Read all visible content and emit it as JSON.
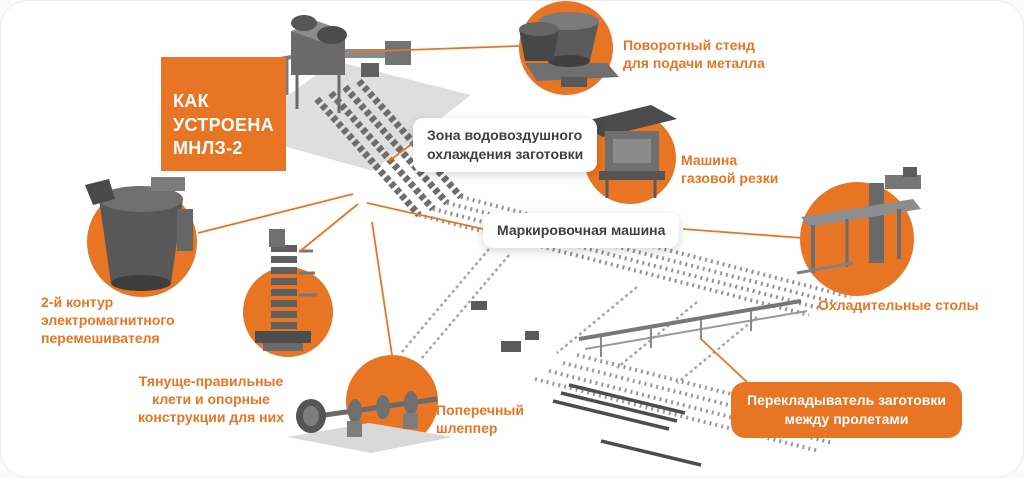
{
  "palette": {
    "accent_orange": "#E87524",
    "machinery_gray": "#6E6E6E",
    "text_dark": "#3F3F3F",
    "card_background": "#FFFFFF"
  },
  "title": {
    "text": "КАК\nУСТРОЕНА\nМНЛЗ-2"
  },
  "callouts": {
    "turret": {
      "label": "Поворотный стенд\nдля подачи металла"
    },
    "cooling_zone": {
      "label": "Зона водовоздушного\nохлаждения заготовки"
    },
    "gas_cutting": {
      "label": "Машина\nгазовой резки"
    },
    "marking": {
      "label": "Маркировочная машина"
    },
    "cooling_tables": {
      "label": "Охладительные столы"
    },
    "ems": {
      "label": "2-й контур\nэлектромагнитного\nперемешивателя"
    },
    "withdrawal": {
      "label": "Тянуще-правильные\nклети и опорные\nконструкции для них"
    },
    "shlepper": {
      "label": "Поперечный\nшлеппер"
    },
    "transfer": {
      "label": "Перекладыватель заготовки\nмежду пролетами"
    }
  }
}
